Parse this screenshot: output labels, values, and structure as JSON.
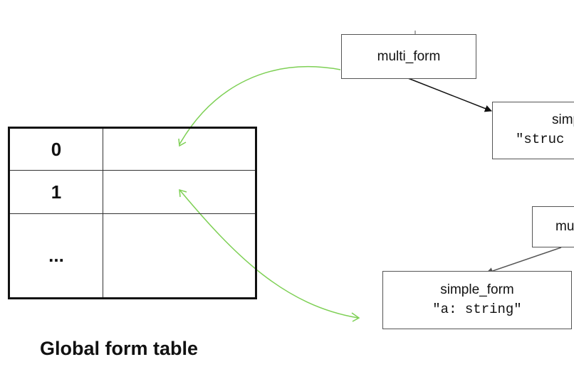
{
  "table": {
    "caption": "Global form table",
    "rows": [
      {
        "index": "0"
      },
      {
        "index": "1"
      },
      {
        "index": "..."
      }
    ]
  },
  "nodes": {
    "top_multi": {
      "name": "multi_form"
    },
    "top_simple": {
      "name": "simp",
      "value": "\"struc"
    },
    "bottom_multi": {
      "name": "mu"
    },
    "bottom_simple": {
      "name": "simple_form",
      "value": "\"a: string\""
    }
  },
  "colors": {
    "highlight_arrow": "#7ed055",
    "edge": "#111111",
    "edge_gray": "#555555"
  }
}
